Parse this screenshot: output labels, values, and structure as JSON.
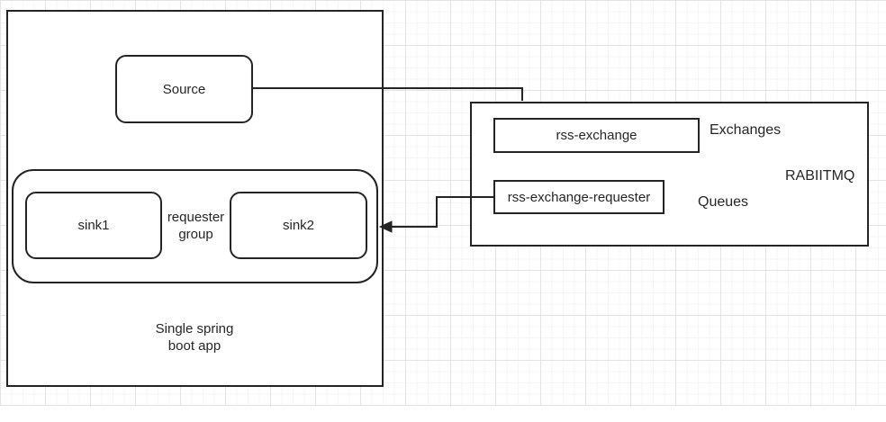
{
  "colors": {
    "stroke": "#242424",
    "text": "#262626",
    "grid_minor": "#f5f5f5",
    "grid_major": "#e3e3e3",
    "background": "#ffffff"
  },
  "app": {
    "container_label": "Single spring\nboot app",
    "source_label": "Source",
    "group_label": "requester\ngroup",
    "sink1_label": "sink1",
    "sink2_label": "sink2"
  },
  "rabbitmq": {
    "title": "RABIITMQ",
    "exchanges_section_label": "Exchanges",
    "queues_section_label": "Queues",
    "exchange_name": "rss-exchange",
    "queue_name": "rss-exchange-requester"
  }
}
